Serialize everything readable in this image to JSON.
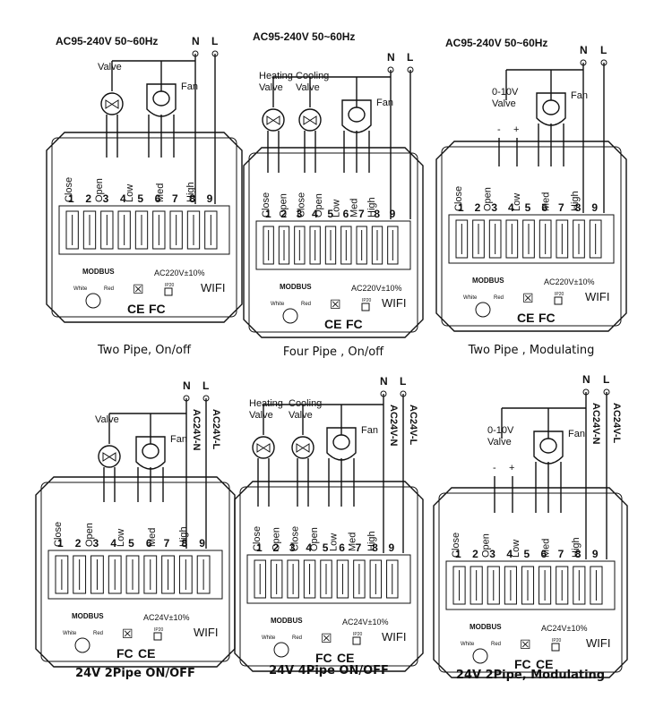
{
  "panels": [
    {
      "id": "two-pipe-onoff",
      "supply": "AC95-240V  50~60Hz",
      "n_label": "N",
      "l_label": "L",
      "vertical_supply": [],
      "devices": [
        {
          "kind": "valve",
          "label": [
            "Valve"
          ]
        },
        {
          "kind": "fan",
          "label": [
            "Fan"
          ]
        }
      ],
      "wire_labels": [
        "Close",
        "Open",
        "Low",
        "Med",
        "High"
      ],
      "terminals": [
        "1",
        "2",
        "3",
        "4",
        "5",
        "6",
        "7",
        "8",
        "9"
      ],
      "modbus": "MODBUS",
      "white": "White",
      "red": "Red",
      "ip": "IP20",
      "rating": "AC220V±10%",
      "wifi": "WIFI",
      "certs": [
        "CE",
        "FC"
      ],
      "caption": "Two Pipe, On/off"
    },
    {
      "id": "four-pipe-onoff",
      "supply": "AC95-240V  50~60Hz",
      "n_label": "N",
      "l_label": "L",
      "vertical_supply": [],
      "devices": [
        {
          "kind": "valve",
          "label": [
            "Heating",
            "Valve"
          ]
        },
        {
          "kind": "valve",
          "label": [
            "Cooling",
            "Valve"
          ]
        },
        {
          "kind": "fan",
          "label": [
            "Fan"
          ]
        }
      ],
      "wire_labels": [
        "Close",
        "Open",
        "Close",
        "Open",
        "Low",
        "Med",
        "High"
      ],
      "terminals": [
        "1",
        "2",
        "3",
        "4",
        "5",
        "6",
        "7",
        "8",
        "9"
      ],
      "modbus": "MODBUS",
      "white": "White",
      "red": "Red",
      "ip": "IP20",
      "rating": "AC220V±10%",
      "wifi": "WIFI",
      "certs": [
        "CE",
        "FC"
      ],
      "caption": "Four Pipe , On/off"
    },
    {
      "id": "two-pipe-modulating",
      "supply": "AC95-240V  50~60Hz",
      "n_label": "N",
      "l_label": "L",
      "vertical_supply": [],
      "devices": [
        {
          "kind": "analog",
          "label": [
            "0-10V",
            "Valve"
          ],
          "minus": "-",
          "plus": "+"
        },
        {
          "kind": "fan",
          "label": [
            "Fan"
          ]
        }
      ],
      "wire_labels": [
        "Close",
        "Open",
        "Low",
        "Med",
        "High"
      ],
      "terminals": [
        "1",
        "2",
        "3",
        "4",
        "5",
        "6",
        "7",
        "8",
        "9"
      ],
      "modbus": "MODBUS",
      "white": "White",
      "red": "Red",
      "ip": "IP20",
      "rating": "AC220V±10%",
      "wifi": "WIFI",
      "certs": [
        "CE",
        "FC"
      ],
      "caption": "Two Pipe , Modulating"
    },
    {
      "id": "24v-2pipe-onoff",
      "supply": "",
      "n_label": "N",
      "l_label": "L",
      "vertical_supply": [
        "AC24V-N",
        "AC24V-L"
      ],
      "devices": [
        {
          "kind": "valve",
          "label": [
            "Valve"
          ]
        },
        {
          "kind": "fan",
          "label": [
            "Fan"
          ]
        }
      ],
      "wire_labels": [
        "Close",
        "Open",
        "Low",
        "Med",
        "High"
      ],
      "terminals": [
        "1",
        "2",
        "3",
        "4",
        "5",
        "6",
        "7",
        "8",
        "9"
      ],
      "modbus": "MODBUS",
      "white": "White",
      "red": "Red",
      "ip": "IP20",
      "rating": "AC24V±10%",
      "wifi": "WIFI",
      "certs": [
        "FC",
        "CE"
      ],
      "caption": "24V 2Pipe ON/OFF"
    },
    {
      "id": "24v-4pipe-onoff",
      "supply": "",
      "n_label": "N",
      "l_label": "L",
      "vertical_supply": [
        "AC24V-N",
        "AC24V-L"
      ],
      "devices": [
        {
          "kind": "valve",
          "label": [
            "Heating",
            "Valve"
          ]
        },
        {
          "kind": "valve",
          "label": [
            "Cooling",
            "Valve"
          ]
        },
        {
          "kind": "fan",
          "label": [
            "Fan"
          ]
        }
      ],
      "wire_labels": [
        "Close",
        "Open",
        "Close",
        "Open",
        "Low",
        "Med",
        "High"
      ],
      "terminals": [
        "1",
        "2",
        "3",
        "4",
        "5",
        "6",
        "7",
        "8",
        "9"
      ],
      "modbus": "MODBUS",
      "white": "White",
      "red": "Red",
      "ip": "IP20",
      "rating": "AC24V±10%",
      "wifi": "WIFI",
      "certs": [
        "FC",
        "CE"
      ],
      "caption": "24V 4Pipe ON/OFF"
    },
    {
      "id": "24v-2pipe-modulating",
      "supply": "",
      "n_label": "N",
      "l_label": "L",
      "vertical_supply": [
        "AC24V-N",
        "AC24V-L"
      ],
      "devices": [
        {
          "kind": "analog",
          "label": [
            "0-10V",
            "Valve"
          ],
          "minus": "-",
          "plus": "+"
        },
        {
          "kind": "fan",
          "label": [
            "Fan"
          ]
        }
      ],
      "wire_labels": [
        "Close",
        "Open",
        "Low",
        "Med",
        "High"
      ],
      "terminals": [
        "1",
        "2",
        "3",
        "4",
        "5",
        "6",
        "7",
        "8",
        "9"
      ],
      "modbus": "MODBUS",
      "white": "White",
      "red": "Red",
      "ip": "IP20",
      "rating": "AC24V±10%",
      "wifi": "WIFI",
      "certs": [
        "FC",
        "CE"
      ],
      "caption": "24V 2Pipe, Modulating"
    }
  ]
}
